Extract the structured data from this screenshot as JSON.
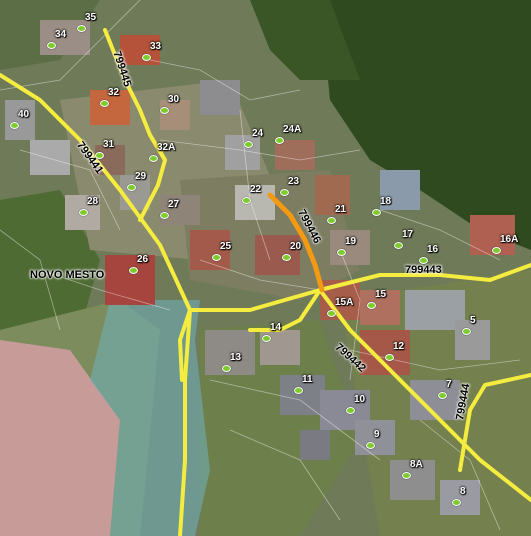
{
  "map": {
    "place_label": "NOVO MESTO",
    "house_numbers": [
      "35",
      "34",
      "33",
      "40",
      "32",
      "30",
      "31",
      "32A",
      "24",
      "24A",
      "29",
      "22",
      "23",
      "28",
      "27",
      "21",
      "18",
      "17",
      "16",
      "16A",
      "25",
      "20",
      "19",
      "26",
      "15A",
      "15",
      "14",
      "5",
      "13",
      "12",
      "11",
      "7",
      "10",
      "9",
      "8A",
      "8"
    ],
    "road_labels": [
      "799445",
      "799441",
      "799446",
      "799443",
      "799442",
      "799444"
    ],
    "colors": {
      "road": "#f5ec40",
      "highlighted_road": "#f39a12",
      "parcel_line": "#ffffff",
      "address_point": "#7ecb2e",
      "water_zone": "#6fb3bf",
      "vegetation": "#3d5a2a"
    }
  }
}
